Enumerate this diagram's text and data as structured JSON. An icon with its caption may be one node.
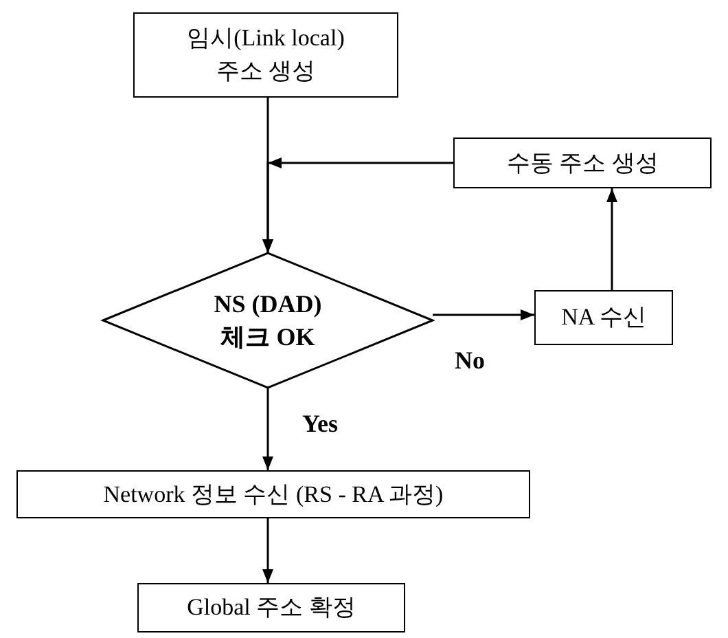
{
  "diagram": {
    "nodes": [
      {
        "text": [
          "임시(Link local) 주소 생성"
        ]
      },
      {
        "text": [
          "수동 주소 생성"
        ]
      },
      {
        "text": [
          "NS (DAD) 체크 OK"
        ]
      },
      {
        "text": [
          "NA 수신"
        ]
      },
      {
        "text": [
          "Network 정보 수신 (RS - RA 과정)"
        ]
      },
      {
        "text": [
          "Global 주소 확정"
        ]
      }
    ],
    "edges": [
      {
        "from": 0,
        "to": 2,
        "arrow": "to"
      },
      {
        "from": 1,
        "to": 2,
        "arrow": "to"
      },
      {
        "from": 2,
        "to": 3,
        "arrow": "to",
        "label": "No"
      },
      {
        "from": 3,
        "to": 1,
        "arrow": "to"
      },
      {
        "from": 2,
        "to": 4,
        "arrow": "to",
        "label": "Yes"
      },
      {
        "from": 4,
        "to": 5,
        "arrow": "to"
      }
    ]
  }
}
